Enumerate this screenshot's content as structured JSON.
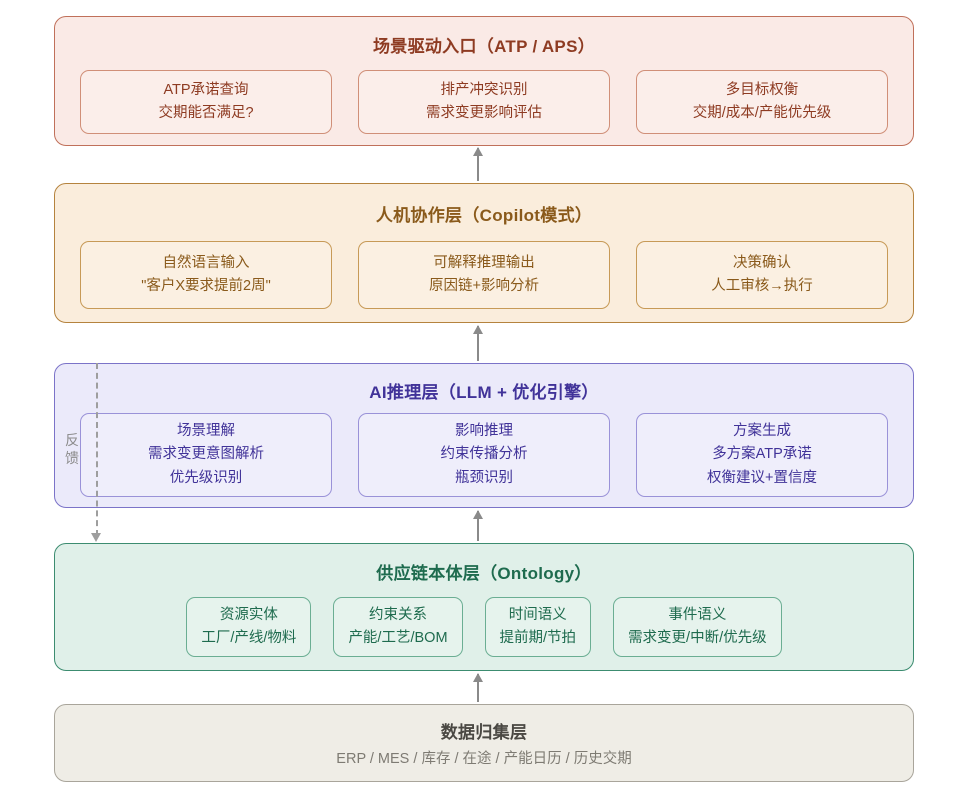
{
  "diagram": {
    "colors": {
      "scenario_fill": "#FAEAE6",
      "scenario_border": "#C0705A",
      "scenario_text": "#8E3B22",
      "copilot_fill": "#FAEDDC",
      "copilot_border": "#B5833E",
      "copilot_text": "#8A5A1B",
      "ai_fill": "#EBEAFA",
      "ai_border": "#7B73C8",
      "ai_text": "#413399",
      "ontology_fill": "#E0F0E9",
      "ontology_border": "#3C8C70",
      "ontology_text": "#1E6B4E",
      "data_fill": "#EFEDE6",
      "data_border": "#A9A59B",
      "data_text": "#4A4843",
      "arrow": "#8A8A8A",
      "feedback": "#9E9E9E"
    },
    "layers": {
      "scenario": {
        "title": "场景驱动入口（ATP / APS）",
        "cells": [
          {
            "l1": "ATP承诺查询",
            "l2": "交期能否满足?"
          },
          {
            "l1": "排产冲突识别",
            "l2": "需求变更影响评估"
          },
          {
            "l1": "多目标权衡",
            "l2": "交期/成本/产能优先级"
          }
        ]
      },
      "copilot": {
        "title": "人机协作层（Copilot模式）",
        "cells": [
          {
            "l1": "自然语言输入",
            "l2": "\"客户X要求提前2周\""
          },
          {
            "l1": "可解释推理输出",
            "l2": "原因链+影响分析"
          },
          {
            "l1": "决策确认",
            "l2": "人工审核→执行"
          }
        ]
      },
      "ai": {
        "title": "AI推理层（LLM + 优化引擎）",
        "cells": [
          {
            "l1": "场景理解",
            "l2": "需求变更意图解析",
            "l3": "优先级识别"
          },
          {
            "l1": "影响推理",
            "l2": "约束传播分析",
            "l3": "瓶颈识别"
          },
          {
            "l1": "方案生成",
            "l2": "多方案ATP承诺",
            "l3": "权衡建议+置信度"
          }
        ]
      },
      "ontology": {
        "title": "供应链本体层（Ontology）",
        "cells": [
          {
            "l1": "资源实体",
            "l2": "工厂/产线/物料"
          },
          {
            "l1": "约束关系",
            "l2": "产能/工艺/BOM"
          },
          {
            "l1": "时间语义",
            "l2": "提前期/节拍"
          },
          {
            "l1": "事件语义",
            "l2": "需求变更/中断/优先级"
          }
        ]
      },
      "data": {
        "title": "数据归集层",
        "subtitle": "ERP / MES / 库存 / 在途 / 产能日历 / 历史交期"
      }
    },
    "feedback": {
      "char1": "反",
      "char2": "馈"
    }
  }
}
